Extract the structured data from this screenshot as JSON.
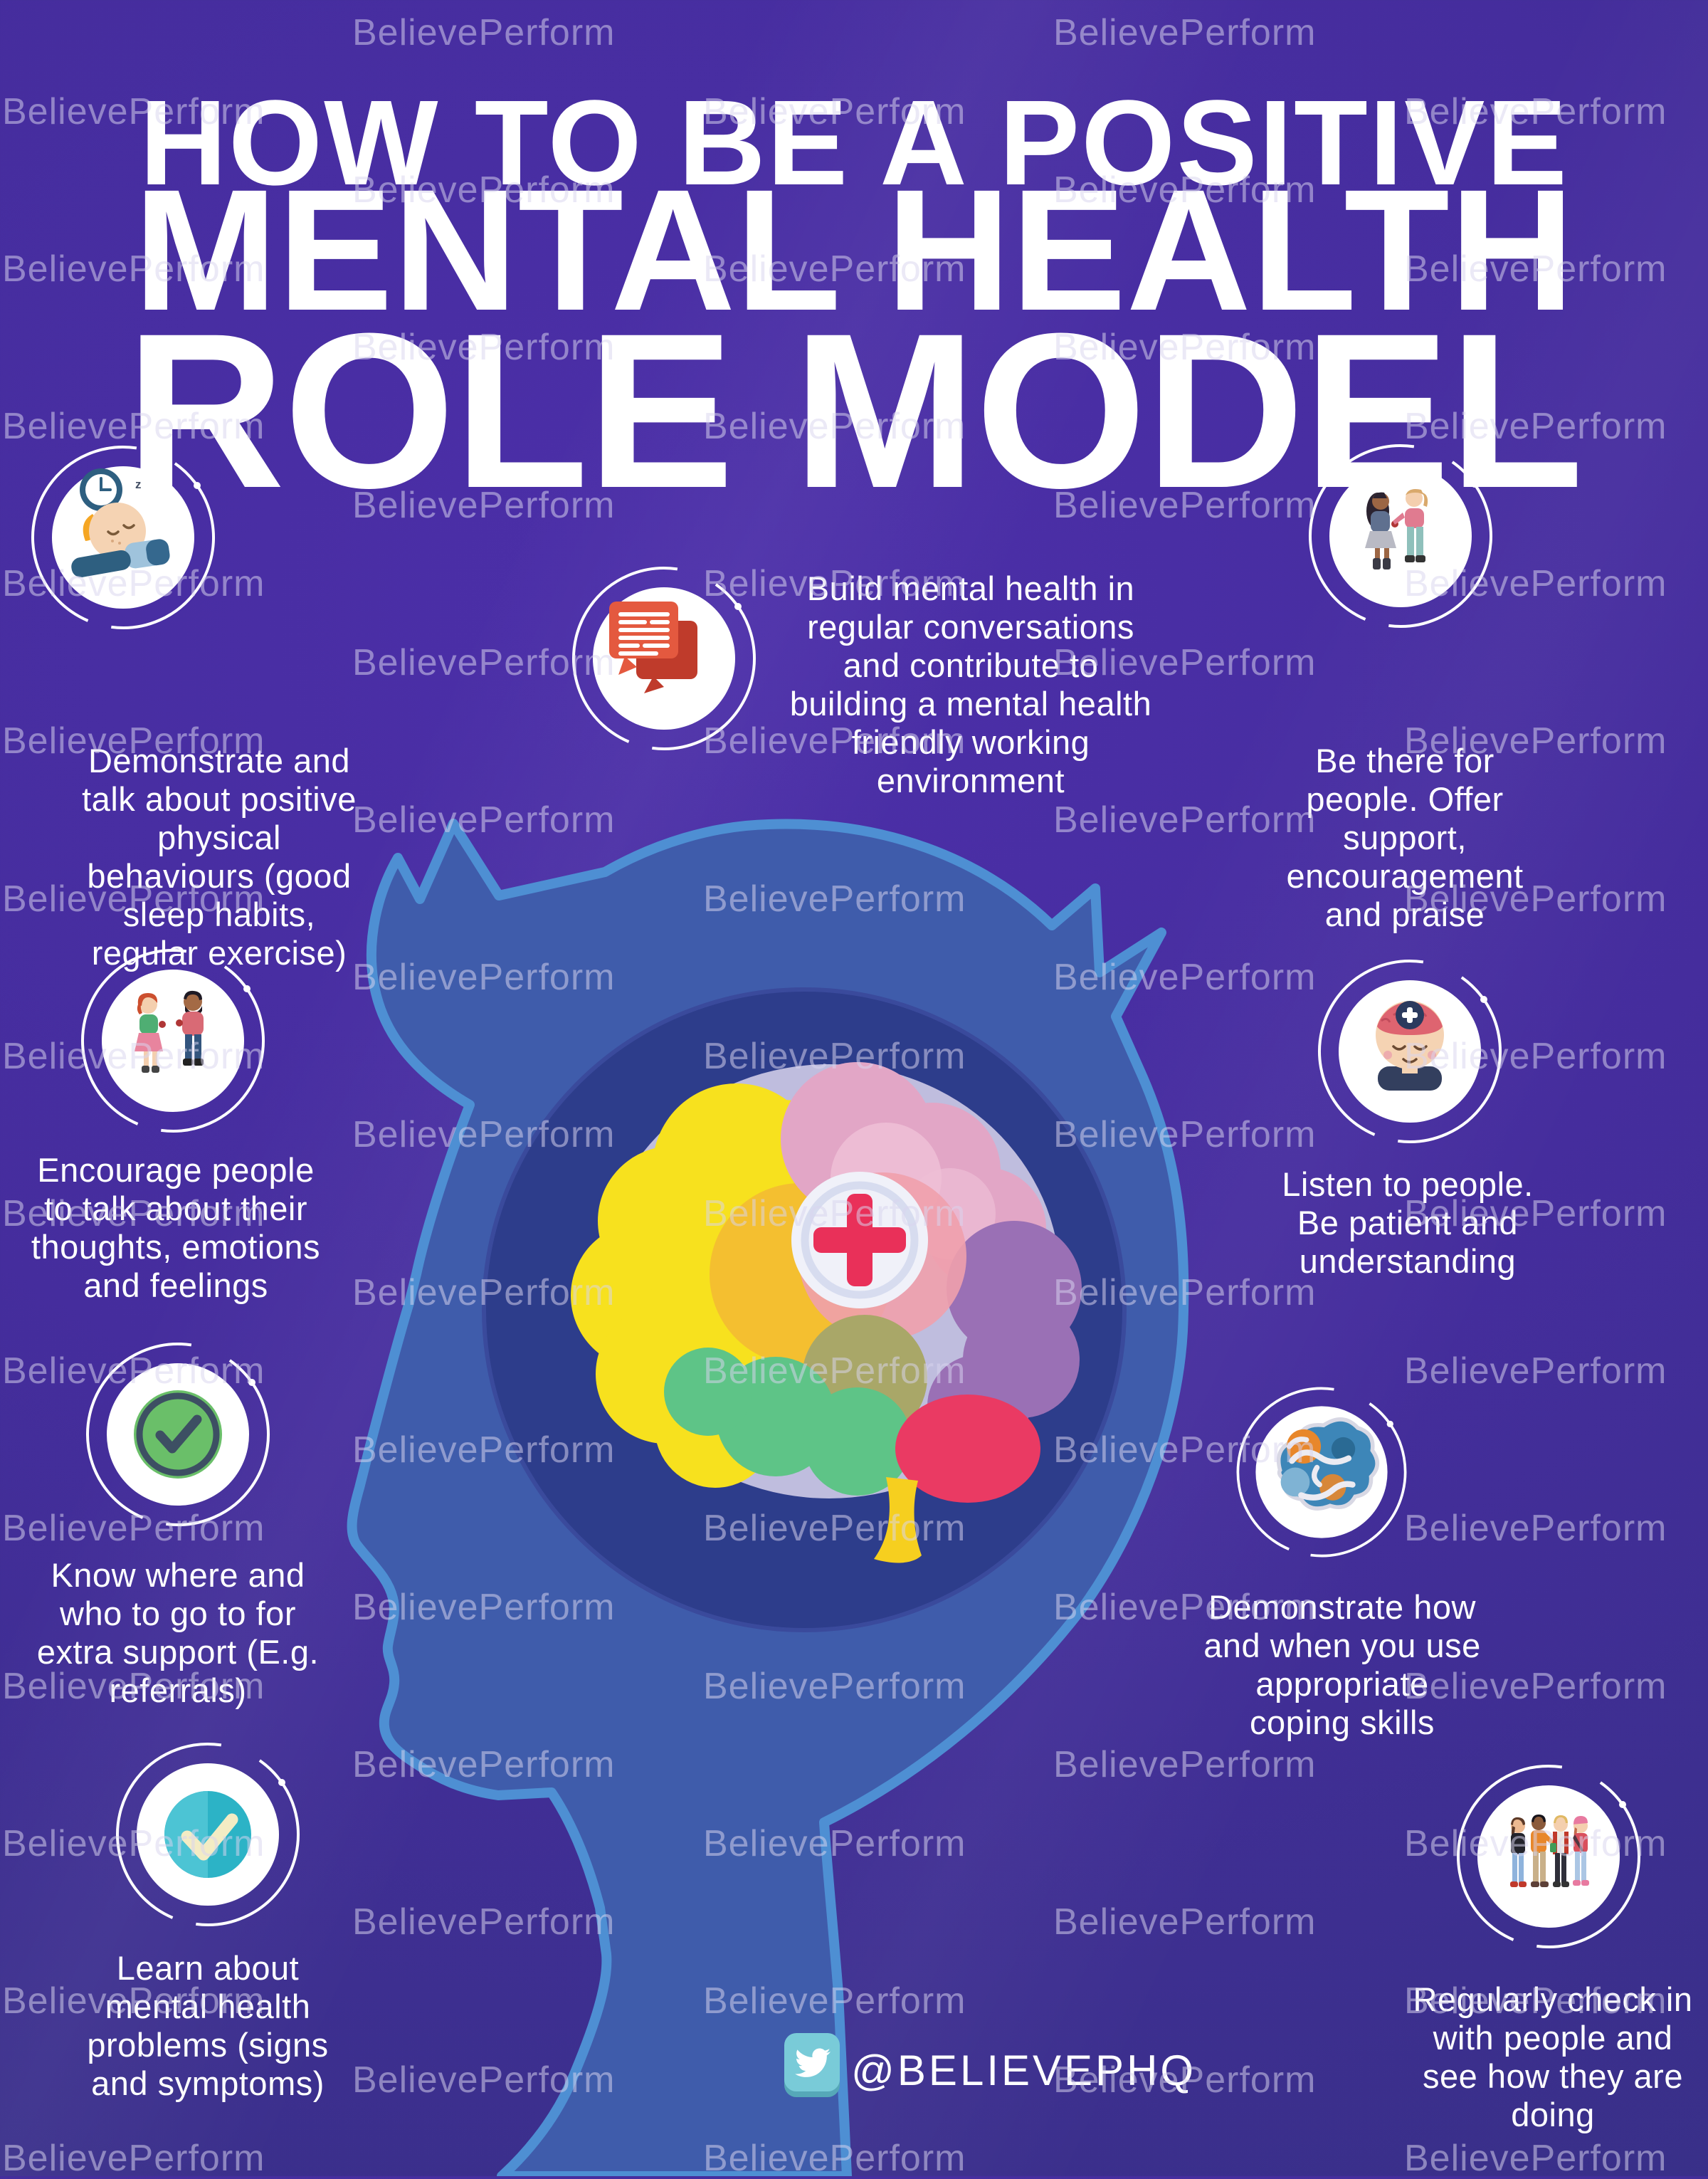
{
  "watermark": {
    "text": "BelievePerform"
  },
  "title": {
    "line1": "HOW TO BE A POSITIVE",
    "line2": "MENTAL HEALTH",
    "line3": "ROLE MODEL"
  },
  "tips": [
    {
      "id": "sleep",
      "icon": "sleeping-person-clock-icon",
      "text": "Demonstrate and\ntalk about positive\nphysical\nbehaviours (good\nsleep habits,\nregular exercise)"
    },
    {
      "id": "conversations",
      "icon": "chat-bubbles-icon",
      "text": "Build mental health in\nregular conversations\nand contribute to\nbuilding a mental health\nfriendly working\nenvironment"
    },
    {
      "id": "be-there",
      "icon": "two-friends-icon",
      "text": "Be there for\npeople. Offer\nsupport,\nencouragement\nand praise"
    },
    {
      "id": "encourage",
      "icon": "talking-couple-icon",
      "text": "Encourage people\nto talk about their\nthoughts, emotions\nand feelings"
    },
    {
      "id": "listen",
      "icon": "mindful-head-icon",
      "text": "Listen to people.\nBe patient and\nunderstanding"
    },
    {
      "id": "referrals",
      "icon": "green-check-icon",
      "text": "Know where and\nwho to go to for\nextra support (E.g.\nreferrals)"
    },
    {
      "id": "coping",
      "icon": "coping-brain-icon",
      "text": "Demonstrate how\nand when you use\nappropriate\ncoping skills"
    },
    {
      "id": "learn",
      "icon": "teal-check-icon",
      "text": "Learn about\nmental health\nproblems (signs\nand symptoms)"
    },
    {
      "id": "check-in",
      "icon": "group-people-icon",
      "text": "Regularly check in\nwith people and\nsee how they are\ndoing"
    }
  ],
  "footer": {
    "handle": "@BELIEVEPHQ"
  },
  "colors": {
    "background_purple": "#452d9d",
    "head_fill": "#3f5cab",
    "head_outline": "#4e8fd3",
    "inner_circle": "#2d3c8a",
    "accent_cross": "#e93059",
    "twitter_teal": "#79cbd8"
  }
}
